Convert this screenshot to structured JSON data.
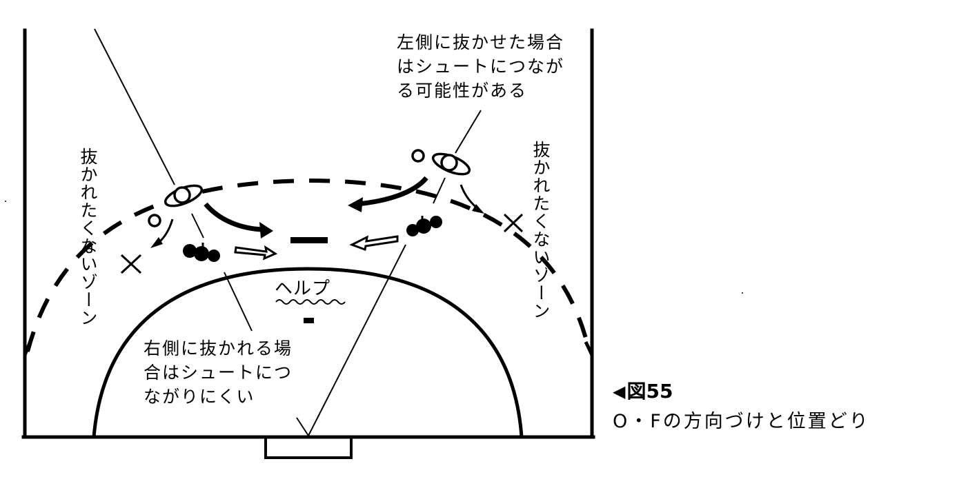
{
  "figure": {
    "number_label": "図55",
    "pointer_glyph": "◀",
    "title": "O・Fの方向づけと位置どり"
  },
  "annotations": {
    "top_right": {
      "lines": [
        "左側に抜かせた場合",
        "はシュートにつなが",
        "る可能性がある"
      ]
    },
    "bottom_center": {
      "lines": [
        "右側に抜かれる場",
        "合はシュートにつ",
        "ながりにくい"
      ]
    },
    "left_zone": "抜かれたくないゾーン",
    "right_zone": "抜かれたくないゾーン",
    "help": "ヘルプ"
  },
  "diagram": {
    "court_lines": "#000000",
    "background": "#ffffff",
    "elements": {
      "goal": "goal-box",
      "six_meter_line": "solid-arc",
      "nine_meter_line": "dashed-arc",
      "attackers": [
        "open-circle-left",
        "open-circle-right",
        "attacker-group-left",
        "attacker-group-right"
      ],
      "defenders": [
        "filled-defender-group-left",
        "filled-defender-group-right",
        "help-defender"
      ],
      "forbidden_zone_marks": [
        "x-left",
        "x-right"
      ]
    }
  }
}
